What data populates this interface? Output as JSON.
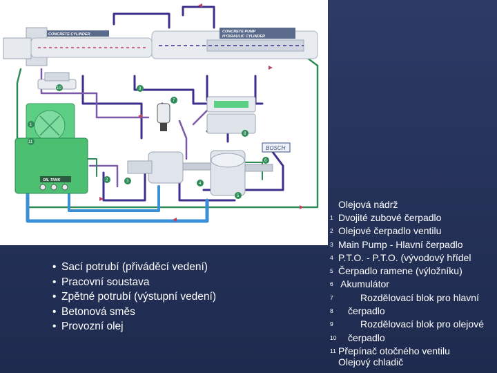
{
  "diagram": {
    "labels": {
      "concrete_cylinder": "CONCRETE CYLINDER",
      "pump_cylinder_line1": "CONCRETE PUMP",
      "pump_cylinder_line2": "HYDRAULIC CYLINDER",
      "oil_tank": "OIL TANK",
      "bosch": "BOSCH"
    },
    "markers": [
      "1",
      "2",
      "3",
      "4",
      "5",
      "6",
      "7",
      "8",
      "9",
      "10",
      "11"
    ],
    "colors": {
      "suction": "#3a8fd6",
      "pressure": "#3b2f8c",
      "return": "#7a5aa8",
      "concrete": "#c04060",
      "oil": "#2e8b57",
      "tank_green": "#4cbf70"
    }
  },
  "bullets": [
    "Sací potrubí (přiváděcí vedení)",
    "Pracovní soustava",
    "Zpětné potrubí (výstupní vedení)",
    "Betonová směs",
    "Provozní olej"
  ],
  "legend": {
    "heading": "Olejová nádrž",
    "items": [
      {
        "num": "1",
        "text": "Dvojité zubové čerpadlo",
        "indent": ""
      },
      {
        "num": "2",
        "text": "Olejové čerpadlo ventilu",
        "indent": ""
      },
      {
        "num": "3",
        "text": "Main Pump - Hlavní čerpadlo",
        "indent": ""
      },
      {
        "num": "4",
        "text": "P.T.O. - P.T.O. (vývodový hřídel",
        "indent": ""
      },
      {
        "num": "5",
        "text": "Čerpadlo ramene (výložníku)",
        "indent": ""
      },
      {
        "num": "6",
        "text": " Akumulátor",
        "indent": ""
      },
      {
        "num": "7",
        "text": "Rozdělovací blok pro hlavní",
        "indent": "wide"
      },
      {
        "num": "8",
        "text": "čerpadlo",
        "indent": "mid"
      },
      {
        "num": "9",
        "text": "Rozdělovací blok pro olejové",
        "indent": "wide"
      },
      {
        "num": "10",
        "text": "čerpadlo",
        "indent": "mid"
      },
      {
        "num": "11",
        "text": "Přepínač otočného ventilu",
        "indent": ""
      }
    ],
    "tail": "Olejový chladič"
  }
}
